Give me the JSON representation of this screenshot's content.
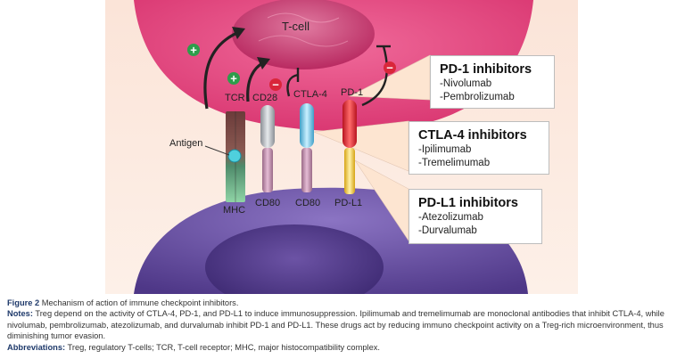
{
  "figure": {
    "cell_label": "T-cell",
    "receptors": {
      "tcr": "TCR",
      "cd28": "CD28",
      "ctla4": "CTLA-4",
      "pd1": "PD-1",
      "antigen": "Antigen",
      "mhc": "MHC",
      "cd80_a": "CD80",
      "cd80_b": "CD80",
      "pdl1": "PD-L1"
    },
    "signs": {
      "plus": "+",
      "minus": "−"
    },
    "boxes": [
      {
        "title": "PD-1 inhibitors",
        "items": [
          "-Nivolumab",
          "-Pembrolizumab"
        ]
      },
      {
        "title": "CTLA-4 inhibitors",
        "items": [
          "-Ipilimumab",
          "-Tremelimumab"
        ]
      },
      {
        "title": "PD-L1 inhibitors",
        "items": [
          "-Atezolizumab",
          "-Durvalumab"
        ]
      }
    ],
    "colors": {
      "tcell": "#e3467f",
      "nucleus": "#c8326a",
      "apc": "#6a50a0",
      "plus": "#2e9d4b",
      "minus": "#d9263a"
    }
  },
  "caption": {
    "figure_label": "Figure 2",
    "title": "Mechanism of action of immune checkpoint inhibitors.",
    "notes_label": "Notes:",
    "notes_text": "Treg depend on the activity of CTLA-4, PD-1, and PD-L1 to induce immunosuppression. Ipilimumab and tremelimumab are monoclonal antibodies that inhibit CTLA-4, while nivolumab, pembrolizumab, atezolizumab, and durvalumab inhibit PD-1 and PD-L1. These drugs act by reducing immuno checkpoint activity on a Treg-rich microenvironment, thus diminishing tumor evasion.",
    "abbrev_label": "Abbreviations:",
    "abbrev_text": "Treg, regulatory T-cells; TCR, T-cell receptor; MHC, major histocompatibility complex."
  }
}
